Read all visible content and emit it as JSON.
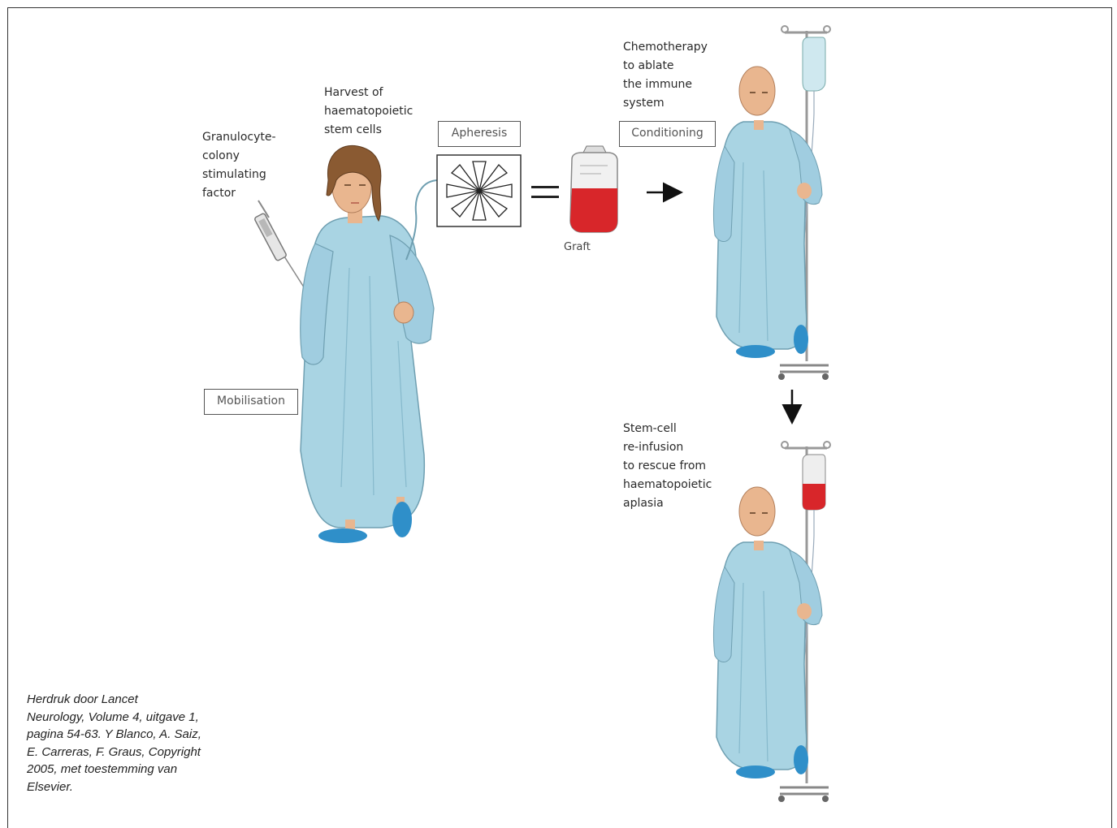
{
  "labels": {
    "gcsf": [
      "Granulocyte-",
      "colony",
      "stimulating",
      "factor"
    ],
    "harvest": [
      "Harvest of",
      "haematopoietic",
      "stem cells"
    ],
    "chemo": [
      "Chemotherapy",
      "to ablate",
      "the immune",
      "system"
    ],
    "reinfusion": [
      "Stem-cell",
      "re-infusion",
      "to rescue from",
      "haematopoietic",
      "aplasia"
    ],
    "graft": "Graft"
  },
  "boxes": {
    "apheresis": "Apheresis",
    "conditioning": "Conditioning",
    "mobilisation": "Mobilisation"
  },
  "caption": [
    "Herdruk door Lancet",
    "Neurology, Volume 4, uitgave 1,",
    "pagina 54-63. Y Blanco, A. Saiz,",
    "E. Carreras, F. Graus, Copyright",
    "2005, met toestemming van",
    "Elsevier."
  ],
  "colors": {
    "gown": "#a9d4e3",
    "gown_shade": "#86b9cc",
    "slipper": "#2f8fc9",
    "blood": "#d8262a",
    "skin": "#e9b68f",
    "hair": "#8a5a32"
  }
}
